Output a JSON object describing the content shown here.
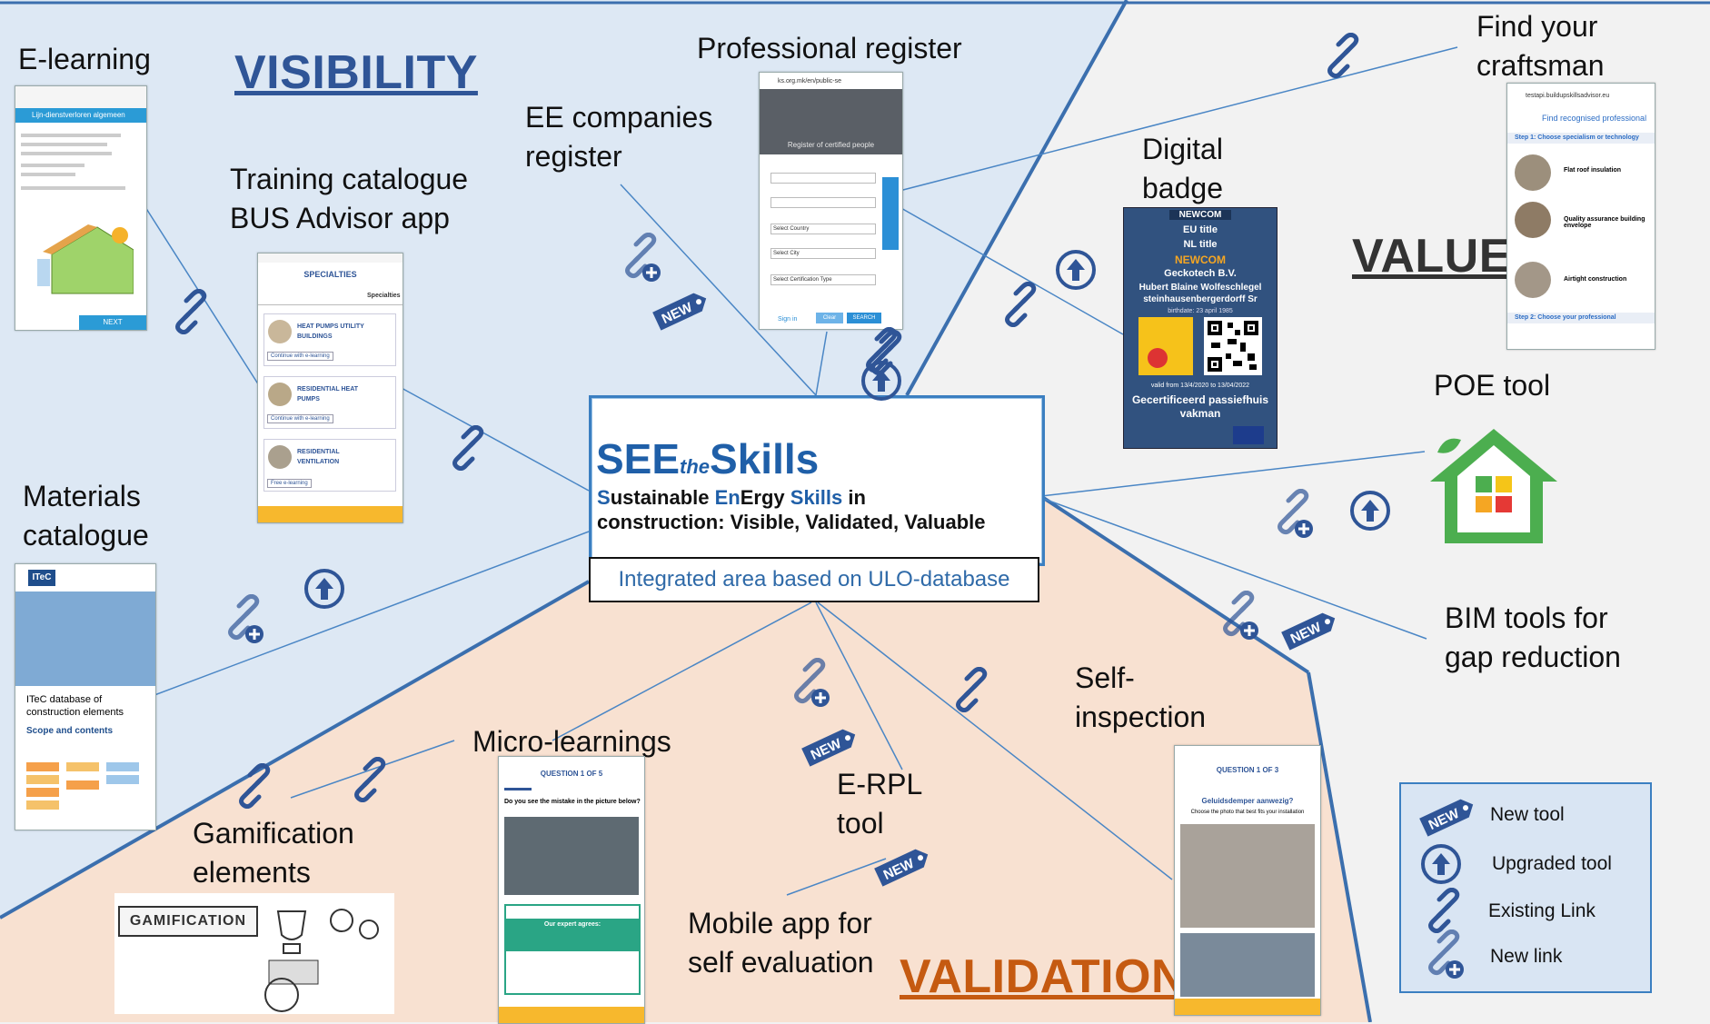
{
  "regions": {
    "visibility": "VISIBILITY",
    "value": "VALUE",
    "validation": "VALIDATION"
  },
  "center": {
    "brand_see": "SEE",
    "brand_the": "the",
    "brand_skills": "Skills",
    "subtitle_line1_s": "S",
    "subtitle_line1_a": "ustainable ",
    "subtitle_line1_en": "En",
    "subtitle_line1_b": "Ergy ",
    "subtitle_line1_skills": "Skills",
    "subtitle_line1_c": " in",
    "subtitle_line2": "construction: Visible, Validated, Valuable",
    "integrated": "Integrated area based on ULO-database"
  },
  "labels": {
    "elearning": "E-learning",
    "training": "Training catalogue\nBUS Advisor app",
    "ee_companies": "EE companies\nregister",
    "professional_register": "Professional register",
    "digital_badge": "Digital\nbadge",
    "find_craftsman": "Find your\ncraftsman",
    "poe_tool": "POE tool",
    "bim_tools": "BIM tools for\ngap reduction",
    "materials": "Materials\ncatalogue",
    "micro_learnings": "Micro-learnings",
    "gamification": "Gamification\nelements",
    "erpl": "E-RPL\ntool",
    "self_inspection": "Self-\ninspection",
    "mobile_app": "Mobile app for\nself evaluation"
  },
  "legend": {
    "new_tool": "New tool",
    "upgraded_tool": "Upgraded tool",
    "existing_link": "Existing Link",
    "new_link": "New link"
  },
  "badge_new": "NEW",
  "screens": {
    "elearning_header": "Lijn-dienstverloren algemeen",
    "elearning_next": "NEXT",
    "training_title": "SPECIALTIES",
    "training_tab": "Specialties",
    "training_item1": "HEAT PUMPS UTILITY BUILDINGS",
    "training_item2": "RESIDENTIAL HEAT PUMPS",
    "training_item3": "RESIDENTIAL VENTILATION",
    "training_continue": "Continue with e-learning",
    "training_free": "Free e-learning",
    "register_url": "ks.org.mk/en/public-se",
    "register_banner": "Register of certified people",
    "register_country": "Select Country",
    "register_city": "Select City",
    "register_cert": "Select Certification Type",
    "register_signin": "Sign in",
    "register_clear": "Clear",
    "register_search": "SEARCH",
    "badge_newcom1": "NEWCOM",
    "badge_eu": "EU title",
    "badge_nl": "NL title",
    "badge_newcom2": "NEWCOM",
    "badge_company": "Geckotech B.V.",
    "badge_person": "Hubert Blaine Wolfeschlegel steinhausenbergerdorff Sr",
    "badge_birth": "birthdate: 23 april 1985",
    "badge_valid": "valid from 13/4/2020 to 13/04/2022",
    "badge_cert": "Gecertificeerd passiefhuis vakman",
    "craft_url": "testapi.buildupskillsadvisor.eu",
    "craft_title": "Find recognised professional",
    "craft_step1": "Step 1: Choose specialism or technology",
    "craft_item1": "Flat roof insulation",
    "craft_item2": "Quality assurance building envelope",
    "craft_item3": "Airtight construction",
    "craft_step2": "Step 2: Choose your professional",
    "itec_logo": "ITeC",
    "itec_title": "ITeC database of construction elements",
    "itec_scope": "Scope and contents",
    "micro_question": "QUESTION 1 OF 5",
    "micro_prompt": "Do you see the mistake in the picture below?",
    "micro_agree": "Our expert agrees:",
    "self_question": "QUESTION 1 OF 3",
    "self_prompt": "Geluidsdemper aanwezig?",
    "self_sub": "Choose the photo that best fits your installation",
    "gamification_sign": "GAMIFICATION"
  },
  "colors": {
    "visibility_bg": "#dde8f4",
    "value_bg": "#f2f2f2",
    "validation_bg": "#f8e1d1",
    "visibility_text": "#2f5597",
    "value_text": "#333333",
    "validation_text": "#c55a11",
    "icon_blue": "#2f5597"
  }
}
